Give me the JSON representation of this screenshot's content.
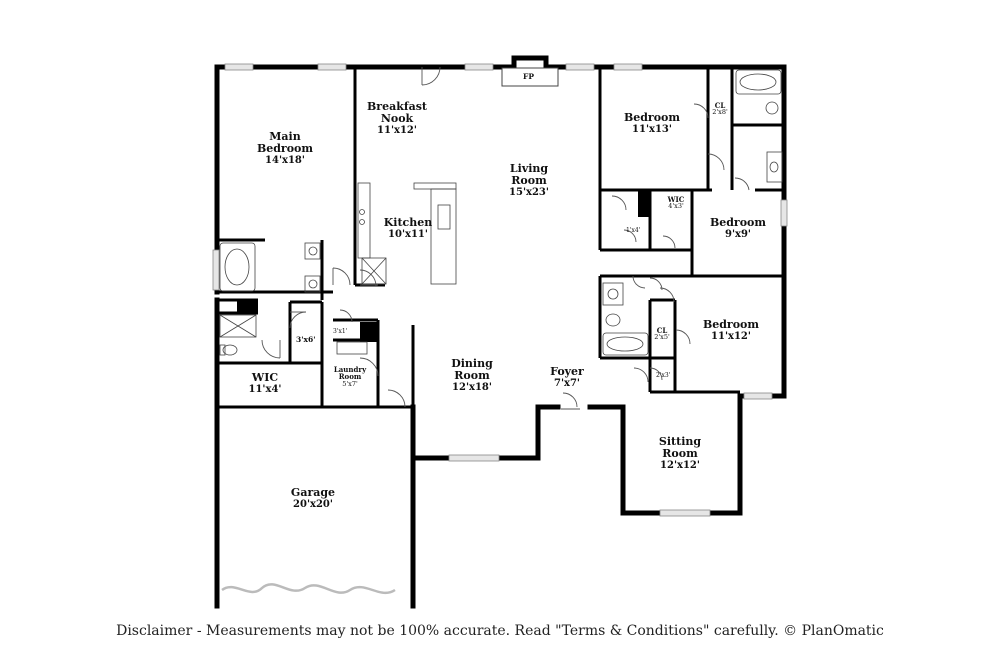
{
  "rooms": {
    "main_bedroom": {
      "name_line1": "Main",
      "name_line2": "Bedroom",
      "dims": "14'x18'"
    },
    "breakfast_nook": {
      "name_line1": "Breakfast",
      "name_line2": "Nook",
      "dims": "11'x12'"
    },
    "living_room": {
      "name_line1": "Living",
      "name_line2": "Room",
      "dims": "15'x23'"
    },
    "kitchen": {
      "name": "Kitchen",
      "dims": "10'x11'"
    },
    "bedroom_ne": {
      "name": "Bedroom",
      "dims": "11'x13'"
    },
    "bedroom_mid": {
      "name": "Bedroom",
      "dims": "9'x9'"
    },
    "bedroom_se": {
      "name": "Bedroom",
      "dims": "11'x12'"
    },
    "wic_main": {
      "name": "WIC",
      "dims": "11'x4'"
    },
    "wic_small": {
      "name": "WIC",
      "dims": "4'x3'"
    },
    "laundry": {
      "name_line1": "Laundry",
      "name_line2": "Room",
      "dims": "5'x7'"
    },
    "dining_room": {
      "name_line1": "Dining",
      "name_line2": "Room",
      "dims": "12'x18'"
    },
    "foyer": {
      "name": "Foyer",
      "dims": "7'x7'"
    },
    "sitting_room": {
      "name_line1": "Sitting",
      "name_line2": "Room",
      "dims": "12'x12'"
    },
    "garage": {
      "name": "Garage",
      "dims": "20'x20'"
    }
  },
  "closets": {
    "cl_ne": {
      "name": "CL",
      "dims": "2'x8'"
    },
    "cl_se": {
      "name": "CL",
      "dims": "2'x5'"
    },
    "closet_3x6": {
      "dims": "3'x6'"
    },
    "closet_3x1": {
      "dims": "3'x1'"
    },
    "closet_1x4": {
      "dims": "1'x4'"
    },
    "closet_2x3": {
      "dims": "2'x3'"
    }
  },
  "fireplace_label": "FP",
  "disclaimer": "Disclaimer - Measurements may not be 100% accurate. Read \"Terms & Conditions\" carefully. © PlanOmatic",
  "colors": {
    "wall": "#000000",
    "line": "#333333",
    "window": "#c8c8c8",
    "background": "#ffffff"
  }
}
